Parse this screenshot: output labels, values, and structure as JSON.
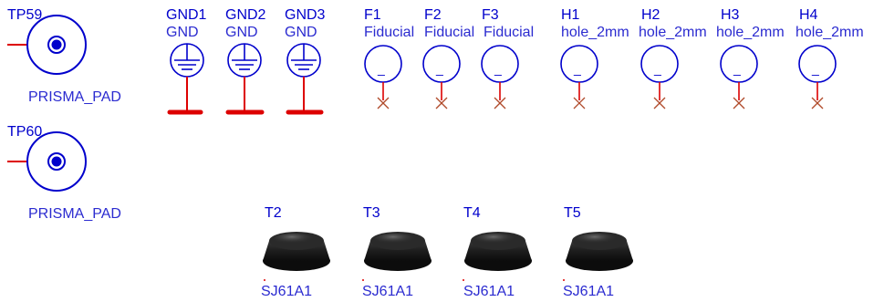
{
  "test_points": [
    {
      "ref": "TP59",
      "value": "PRISMA_PAD"
    },
    {
      "ref": "TP60",
      "value": "PRISMA_PAD"
    }
  ],
  "grounds": [
    {
      "ref": "GND1",
      "value": "GND"
    },
    {
      "ref": "GND2",
      "value": "GND"
    },
    {
      "ref": "GND3",
      "value": "GND"
    }
  ],
  "fiducials": [
    {
      "ref": "F1",
      "value": "Fiducial"
    },
    {
      "ref": "F2",
      "value": "Fiducial"
    },
    {
      "ref": "F3",
      "value": "Fiducial"
    }
  ],
  "holes": [
    {
      "ref": "H1",
      "value": "hole_2mm"
    },
    {
      "ref": "H2",
      "value": "hole_2mm"
    },
    {
      "ref": "H3",
      "value": "hole_2mm"
    },
    {
      "ref": "H4",
      "value": "hole_2mm"
    }
  ],
  "feet": [
    {
      "ref": "T2",
      "value": "SJ61A1"
    },
    {
      "ref": "T3",
      "value": "SJ61A1"
    },
    {
      "ref": "T4",
      "value": "SJ61A1"
    },
    {
      "ref": "T5",
      "value": "SJ61A1"
    }
  ],
  "pin_marker": "_",
  "colors": {
    "symbol": "#0000cc",
    "wire": "#dd0000",
    "no_connect": "#b04a2a",
    "foot": "#1a1a1a"
  }
}
